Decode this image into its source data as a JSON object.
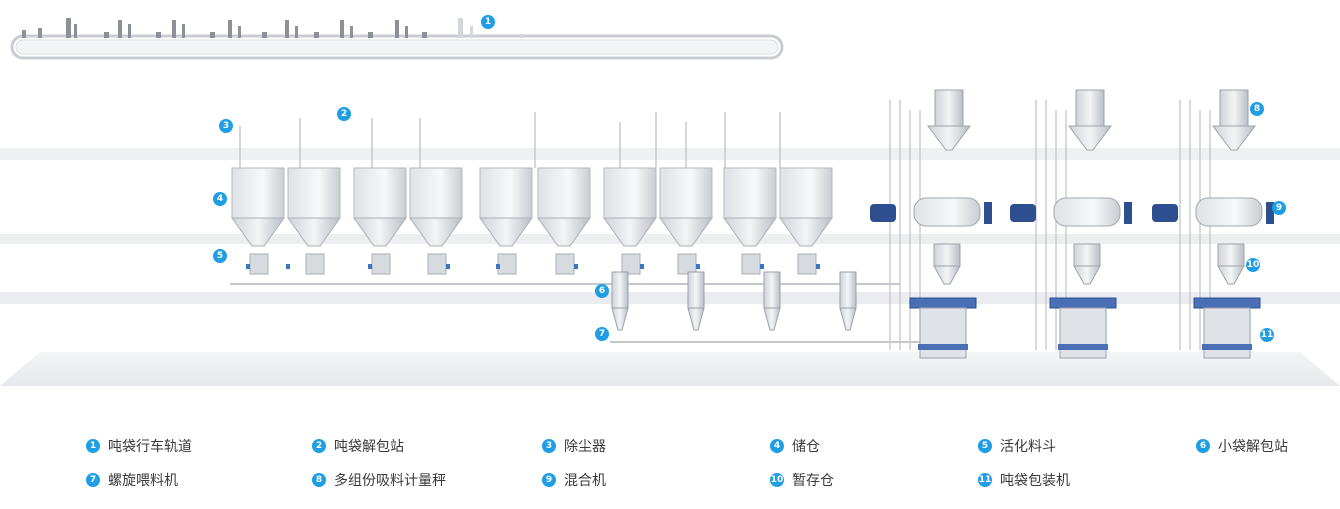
{
  "accent_color": "#1f9ee5",
  "markers": [
    "1",
    "2",
    "3",
    "4",
    "5",
    "6",
    "7",
    "8",
    "9",
    "10",
    "11"
  ],
  "legend": [
    {
      "num": "1",
      "label": "吨袋行车轨道"
    },
    {
      "num": "2",
      "label": "吨袋解包站"
    },
    {
      "num": "3",
      "label": "除尘器"
    },
    {
      "num": "4",
      "label": "储仓"
    },
    {
      "num": "5",
      "label": "活化料斗"
    },
    {
      "num": "6",
      "label": "小袋解包站"
    },
    {
      "num": "7",
      "label": "螺旋喂料机"
    },
    {
      "num": "8",
      "label": "多组份吸料计量秤"
    },
    {
      "num": "9",
      "label": "混合机"
    },
    {
      "num": "10",
      "label": "暂存仓"
    },
    {
      "num": "11",
      "label": "吨袋包装机"
    }
  ]
}
